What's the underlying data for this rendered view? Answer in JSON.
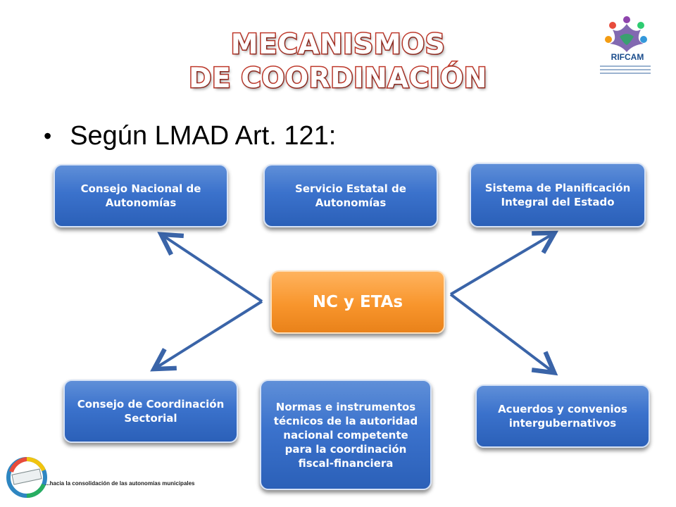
{
  "title": {
    "line1": "MECANISMOS",
    "line2": "DE COORDINACIÓN"
  },
  "bullet": {
    "symbol": "•",
    "text": "Según LMAD Art. 121:"
  },
  "center_node": {
    "label": "NC y ETAs",
    "color": "#f8952c"
  },
  "nodes": {
    "consejo_nacional": "Consejo Nacional de Autonomías",
    "servicio_estatal": "Servicio Estatal de Autonomías",
    "sistema_planificacion": "Sistema de Planificación Integral del Estado",
    "consejo_coordinacion": "Consejo de Coordinación Sectorial",
    "normas": "Normas e instrumentos técnicos de la autoridad nacional competente para la coordinación fiscal-financiera",
    "acuerdos": "Acuerdos y convenios intergubernativos"
  },
  "colors": {
    "box_blue": "#3b72cc",
    "arrow": "#3a64a8",
    "title_stroke": "#c0392b"
  },
  "logo": {
    "name": "RIFCAM",
    "icon": "people-circle-logo"
  },
  "footer": {
    "logo_icon": "transicion-transparente-logo",
    "tagline": "...hacia la consolidación de las autonomías municipales"
  }
}
